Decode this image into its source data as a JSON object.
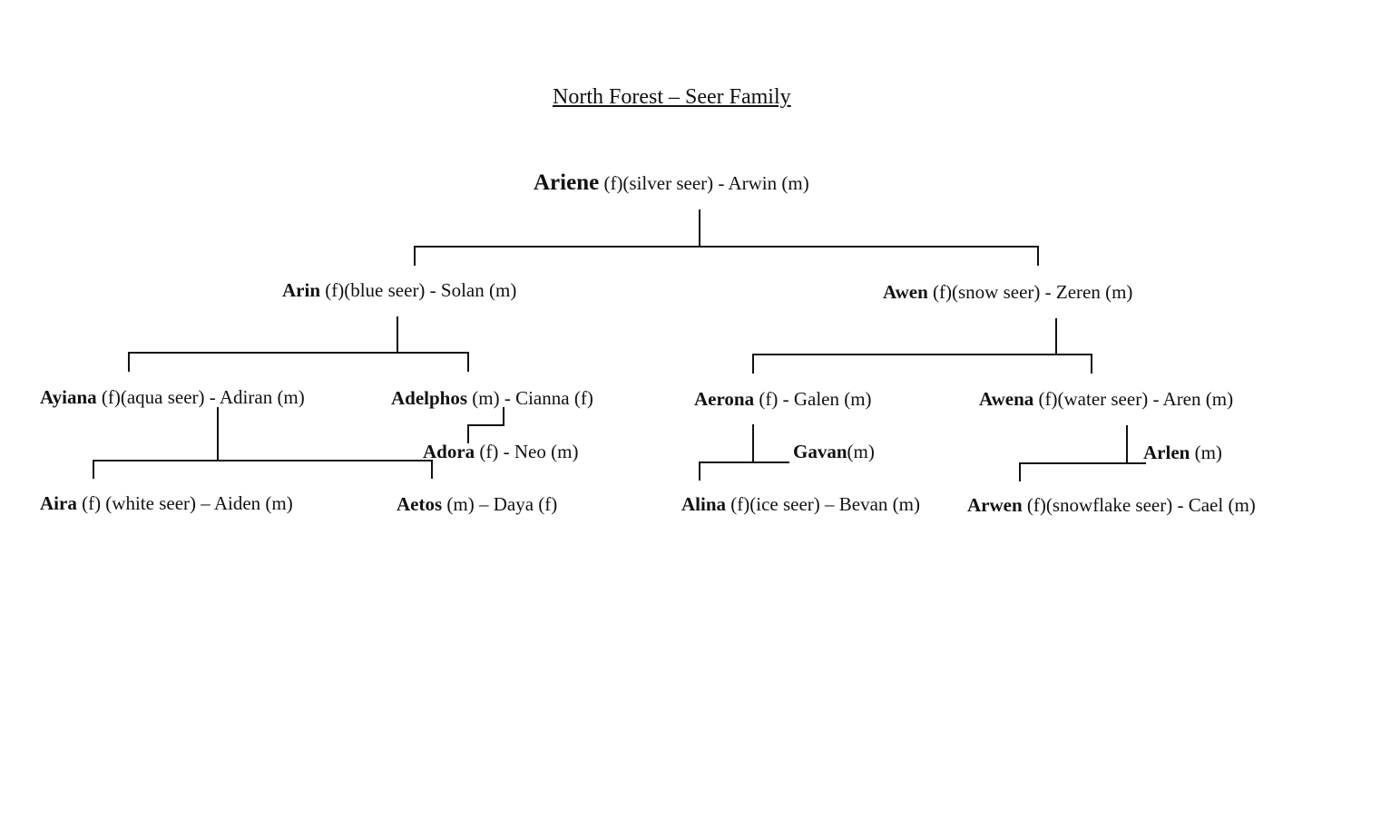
{
  "title": "North Forest – Seer Family",
  "nodes": {
    "ariene": {
      "name": "Ariene",
      "detail": " (f)(silver seer)  -  Arwin (m)"
    },
    "arin": {
      "name": "Arin",
      "detail": " (f)(blue seer) - Solan (m)"
    },
    "awen": {
      "name": "Awen",
      "detail": " (f)(snow seer)  -  Zeren (m)"
    },
    "ayiana": {
      "name": "Ayiana",
      "detail": " (f)(aqua seer) - Adiran (m)"
    },
    "adelphos": {
      "name": "Adelphos",
      "detail": " (m) - Cianna (f)"
    },
    "adora": {
      "name": "Adora",
      "detail": " (f) - Neo (m)"
    },
    "aira": {
      "name": "Aira",
      "detail": " (f) (white seer) – Aiden (m)"
    },
    "aetos": {
      "name": "Aetos",
      "detail": " (m) – Daya (f)"
    },
    "aerona": {
      "name": "Aerona",
      "detail": " (f) - Galen (m)"
    },
    "gavan": {
      "name": "Gavan",
      "detail": "(m)"
    },
    "alina": {
      "name": "Alina",
      "detail": " (f)(ice seer) – Bevan (m)"
    },
    "awena": {
      "name": "Awena",
      "detail": " (f)(water seer) - Aren (m)"
    },
    "arlen": {
      "name": "Arlen",
      "detail": " (m)"
    },
    "arwen": {
      "name": "Arwen",
      "detail": " (f)(snowflake seer) - Cael (m)"
    }
  }
}
